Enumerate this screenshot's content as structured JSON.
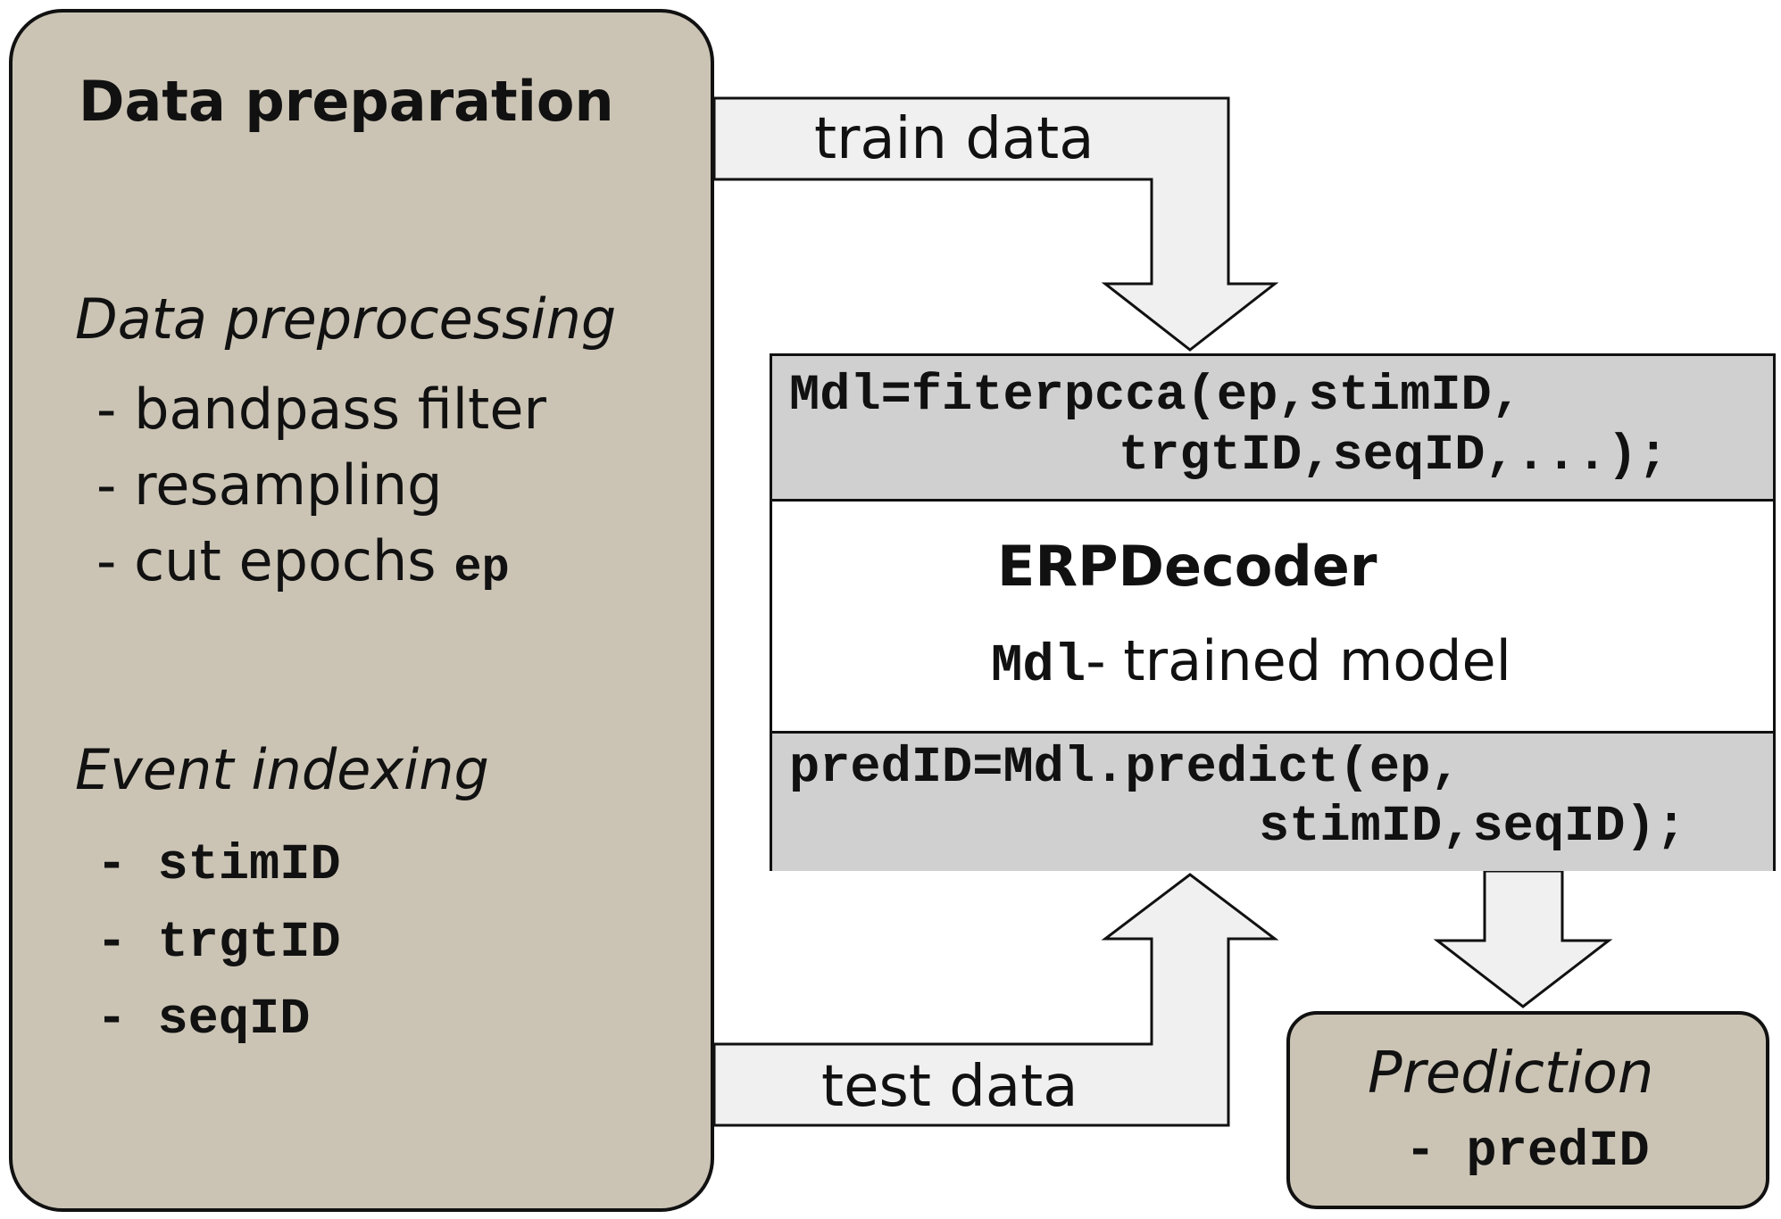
{
  "data_preparation": {
    "title": "Data preparation",
    "preprocessing": {
      "heading": "Data preprocessing",
      "items": [
        "- bandpass filter",
        "- resampling",
        "- cut epochs"
      ],
      "epochs_var": "ep"
    },
    "event_indexing": {
      "heading": "Event indexing",
      "dash": "-",
      "items": [
        "stimID",
        "trgtID",
        "seqID"
      ]
    }
  },
  "arrows": {
    "train_label": "train data",
    "test_label": "test data"
  },
  "decoder": {
    "fit_line1": "Mdl=fiterpcca(ep,stimID,",
    "fit_line2": "trgtID,seqID,...);",
    "title": "ERPDecoder",
    "model_var": "Mdl",
    "model_desc": "- trained model",
    "predict_line1": "predID=Mdl.predict(ep,",
    "predict_line2": "stimID,seqID);"
  },
  "prediction": {
    "heading": "Prediction",
    "item": "- predID"
  },
  "colors": {
    "box_fill": "#cbc4b5",
    "band_fill": "#d0d0d0",
    "arrow_fill": "#f0f0f0",
    "outline": "#111111"
  }
}
